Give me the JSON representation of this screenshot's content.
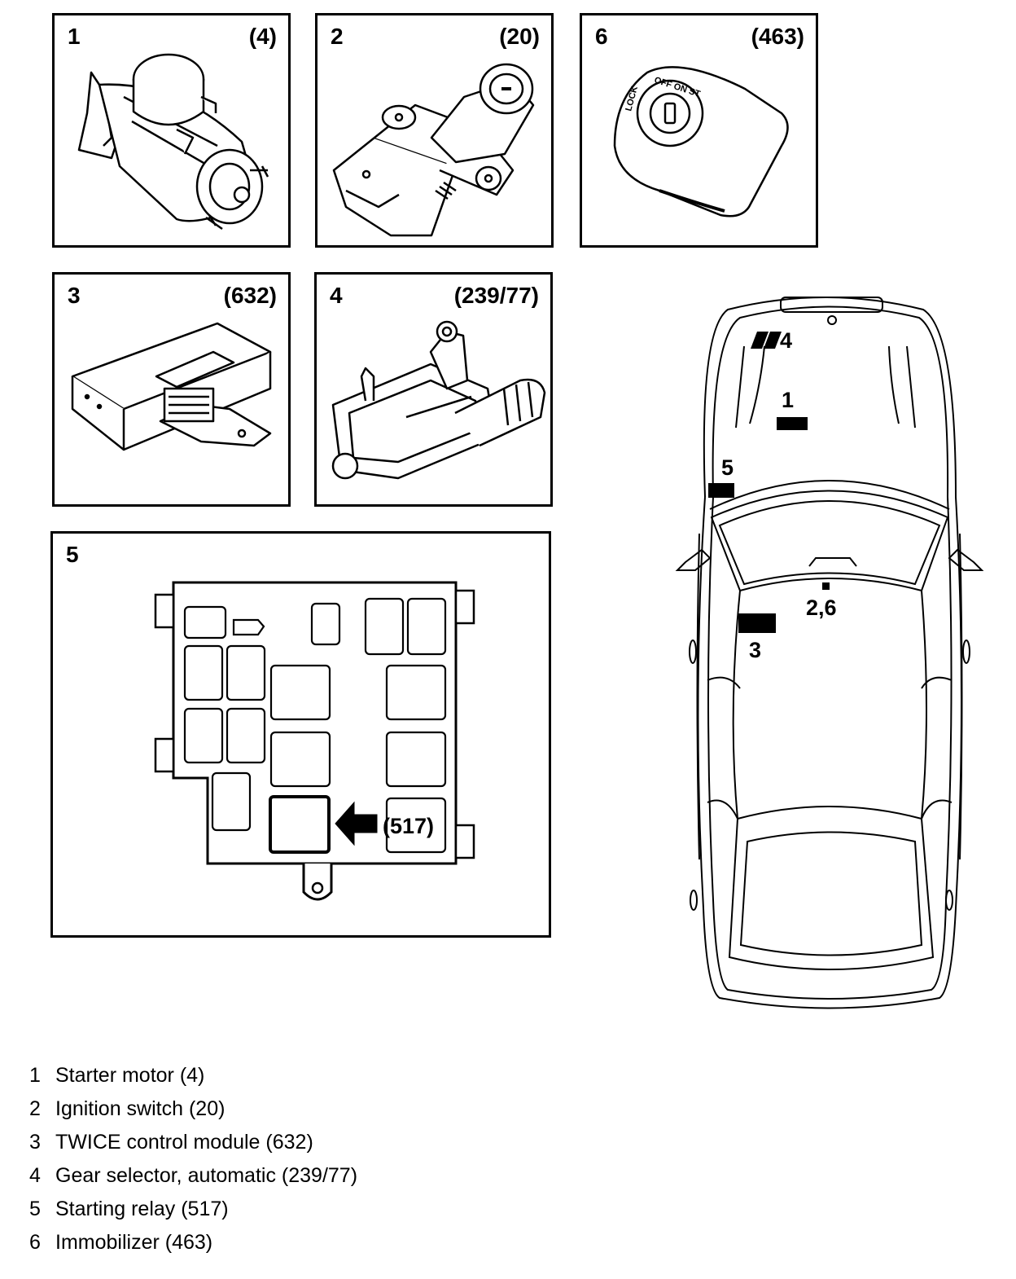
{
  "panels": [
    {
      "number": "1",
      "code": "(4)"
    },
    {
      "number": "2",
      "code": "(20)"
    },
    {
      "number": "6",
      "code": "(463)"
    },
    {
      "number": "3",
      "code": "(632)"
    },
    {
      "number": "4",
      "code": "(239/77)"
    },
    {
      "number": "5"
    }
  ],
  "switch_markings": {
    "top": "OFF ON ST",
    "side": "LOCK"
  },
  "relay_box": {
    "arrow_label": "(517)"
  },
  "car_labels": {
    "gear_selector": "4",
    "starter_motor": "1",
    "starting_relay": "5",
    "ignition_immobilizer": "2,6",
    "control_module": "3"
  },
  "legend": [
    {
      "num": "1",
      "text": "Starter motor (4)"
    },
    {
      "num": "2",
      "text": "Ignition switch (20)"
    },
    {
      "num": "3",
      "text": "TWICE control module (632)"
    },
    {
      "num": "4",
      "text": "Gear selector, automatic (239/77)"
    },
    {
      "num": "5",
      "text": "Starting relay (517)"
    },
    {
      "num": "6",
      "text": "Immobilizer (463)"
    }
  ]
}
